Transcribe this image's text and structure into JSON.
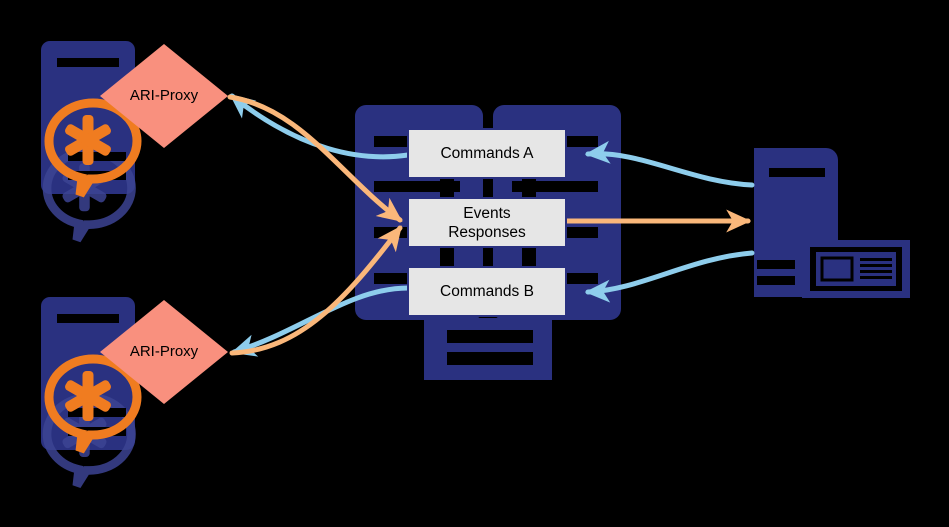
{
  "diagram": {
    "title": "ARI-Proxy Asterisk architecture diagram",
    "background_color": "#000000",
    "colors": {
      "server_navy": "#2A3180",
      "proxy_salmon": "#F9907E",
      "box_gray": "#E6E6E6",
      "box_border": "#2A3180",
      "arrow_blue": "#8ECDEC",
      "arrow_orange": "#FAB77A",
      "asterisk_orange": "#F07C20",
      "ghost_blue": "#3C4493",
      "slot_black": "#000000"
    },
    "nodes": [
      {
        "id": "asterisk-top",
        "type": "asterisk-server",
        "name": "asterisk-server-top",
        "proxy_label": "ARI-Proxy"
      },
      {
        "id": "asterisk-bottom",
        "type": "asterisk-server",
        "name": "asterisk-server-bottom",
        "proxy_label": "ARI-Proxy"
      },
      {
        "id": "broker",
        "type": "server-cluster",
        "name": "message-broker-servers",
        "queues": [
          {
            "id": "commands-a",
            "label": "Commands A"
          },
          {
            "id": "events-responses",
            "label": "Events\nResponses"
          },
          {
            "id": "commands-b",
            "label": "Commands B"
          }
        ]
      },
      {
        "id": "client",
        "type": "desktop-computer",
        "name": "client-workstation"
      }
    ],
    "edges": [
      {
        "id": "e1",
        "from": "commands-a",
        "to": "asterisk-top",
        "color": "arrow_blue",
        "semantic": "commands-a-to-proxy-top"
      },
      {
        "id": "e2",
        "from": "asterisk-top",
        "to": "events-responses",
        "color": "arrow_orange",
        "semantic": "proxy-top-to-events-responses"
      },
      {
        "id": "e3",
        "from": "commands-b",
        "to": "asterisk-bottom",
        "color": "arrow_blue",
        "semantic": "commands-b-to-proxy-bottom"
      },
      {
        "id": "e4",
        "from": "asterisk-bottom",
        "to": "events-responses",
        "color": "arrow_orange",
        "semantic": "proxy-bottom-to-events-responses"
      },
      {
        "id": "e5",
        "from": "client",
        "to": "commands-a",
        "color": "arrow_blue",
        "semantic": "client-to-commands-a"
      },
      {
        "id": "e6",
        "from": "client",
        "to": "commands-b",
        "color": "arrow_blue",
        "semantic": "client-to-commands-b"
      },
      {
        "id": "e7",
        "from": "events-responses",
        "to": "client",
        "color": "arrow_orange",
        "semantic": "events-responses-to-client"
      }
    ]
  }
}
